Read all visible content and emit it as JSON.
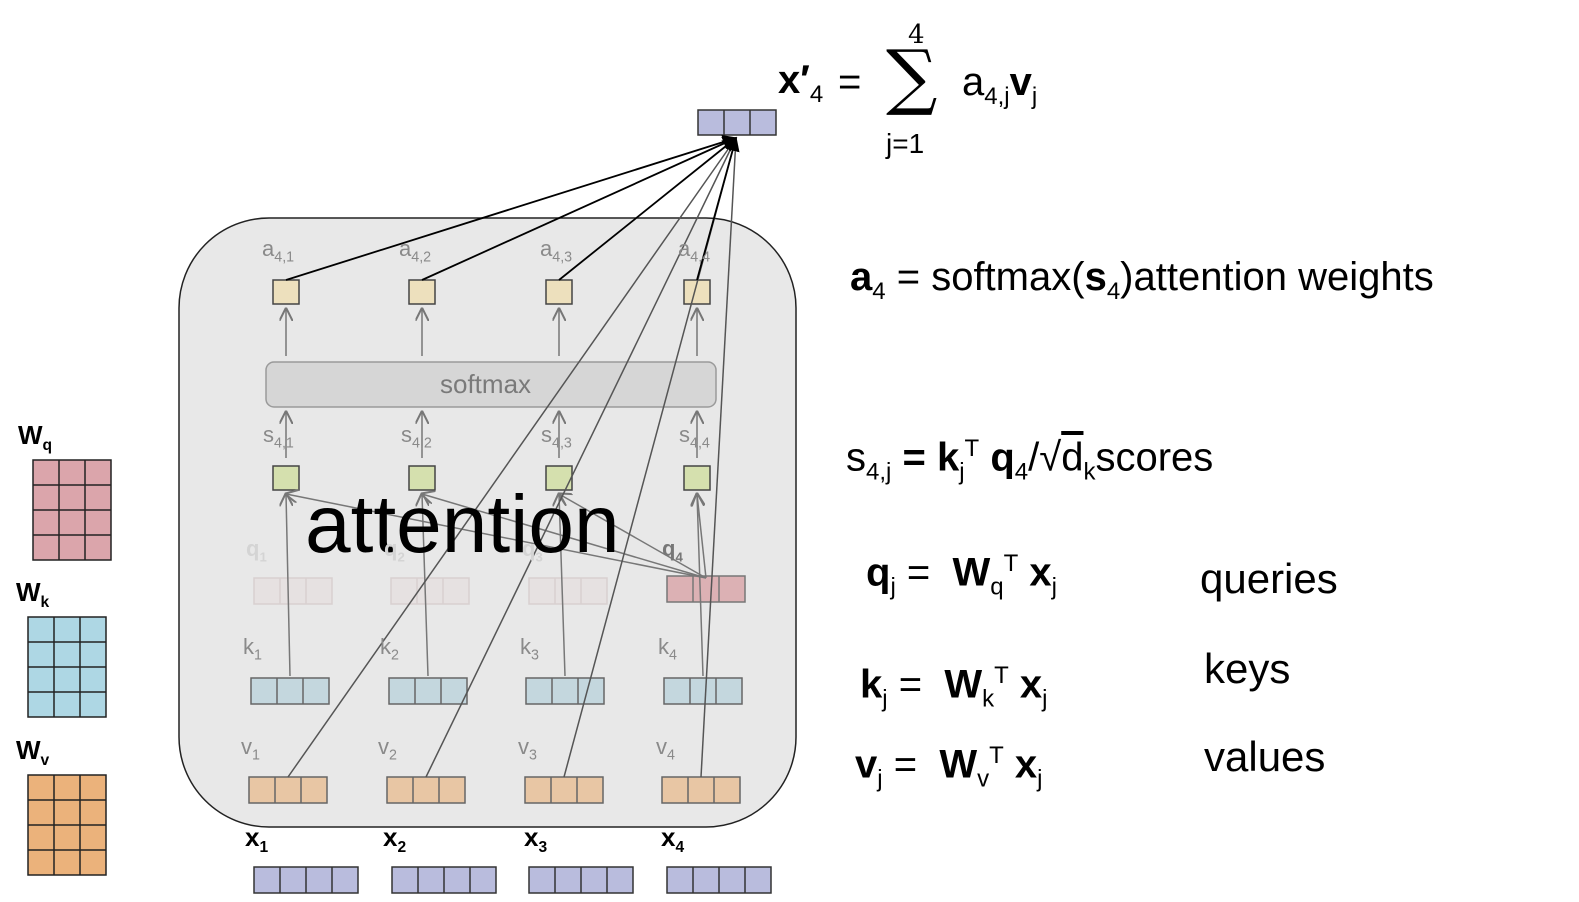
{
  "colors": {
    "x_vec": "#b9bcdd",
    "a_box": "#ede0bd",
    "s_box": "#d5e0ae",
    "q_vec": "#dcb1b4",
    "q_faint": "#e6e1e1",
    "k_vec": "#c4d7de",
    "v_vec": "#e8c6a4",
    "wq": "#dba5ab",
    "wk": "#aed7e4",
    "wv": "#ebb27b",
    "panel": "#e8e8e8"
  },
  "top_eq": {
    "lhs": "x′",
    "lhs_sub": "4",
    "eq": "=",
    "sum_top": "4",
    "sum_sign": "∑",
    "sum_bottom": "j=1",
    "rhs": "a",
    "rhs_sub": "4,j",
    "rhs_vec": "v",
    "rhs_vec_sub": "j"
  },
  "softmax": "softmax",
  "attention_word": "attention",
  "a_labels": [
    [
      "a",
      "4,1"
    ],
    [
      "a",
      "4,2"
    ],
    [
      "a",
      "4,3"
    ],
    [
      "a",
      "4,4"
    ]
  ],
  "s_labels": [
    [
      "s",
      "4,1"
    ],
    [
      "s",
      "4,2"
    ],
    [
      "s",
      "4,3"
    ],
    [
      "s",
      "4,4"
    ]
  ],
  "q_labels": [
    [
      "q",
      "1"
    ],
    [
      "q",
      "2"
    ],
    [
      "q",
      "3"
    ],
    [
      "q",
      "4"
    ]
  ],
  "k_labels": [
    [
      "k",
      "1"
    ],
    [
      "k",
      "2"
    ],
    [
      "k",
      "3"
    ],
    [
      "k",
      "4"
    ]
  ],
  "v_labels": [
    [
      "v",
      "1"
    ],
    [
      "v",
      "2"
    ],
    [
      "v",
      "3"
    ],
    [
      "v",
      "4"
    ]
  ],
  "x_labels": [
    [
      "x",
      "1"
    ],
    [
      "x",
      "2"
    ],
    [
      "x",
      "3"
    ],
    [
      "x",
      "4"
    ]
  ],
  "w_labels": [
    [
      "W",
      "q"
    ],
    [
      "W",
      "k"
    ],
    [
      "W",
      "v"
    ]
  ],
  "eq_a": {
    "lhs": "a",
    "lhs_sub": "4",
    "rhs": " = softmax(",
    "mid": "s",
    "mid_sub": "4",
    "tail": ")",
    "desc": "attention weights"
  },
  "eq_s": {
    "lhs": "s",
    "lhs_sub": "4,j",
    "eq": " = ",
    "k": "k",
    "k_sub": "j",
    "k_sup": "T",
    "q": "q",
    "q_sub": "4",
    "div": "/√",
    "d": "d",
    "d_sub": "k",
    "desc": "scores"
  },
  "eq_q": {
    "lhs": "q",
    "lhs_sub": "j",
    "eq": " = ",
    "W": "W",
    "W_sub": "q",
    "W_sup": "T",
    "x": "x",
    "x_sub": "j",
    "desc": "queries"
  },
  "eq_k": {
    "lhs": "k",
    "lhs_sub": "j",
    "eq": " = ",
    "W": "W",
    "W_sub": "k",
    "W_sup": "T",
    "x": "x",
    "x_sub": "j",
    "desc": "keys"
  },
  "eq_v": {
    "lhs": "v",
    "lhs_sub": "j",
    "eq": " = ",
    "W": "W",
    "W_sub": "v",
    "W_sup": "T",
    "x": "x",
    "x_sub": "j",
    "desc": "values"
  }
}
